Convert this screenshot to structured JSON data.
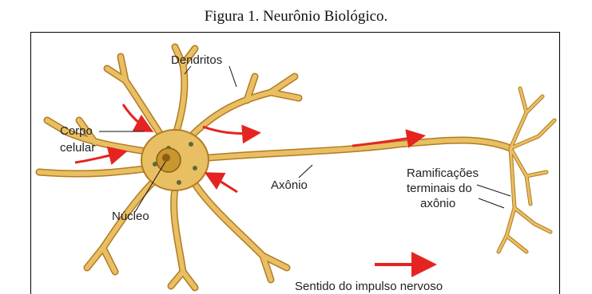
{
  "caption": "Figura 1. Neurônio Biológico.",
  "labels": {
    "dendritos": "Dendritos",
    "corpo": "Corpo",
    "celular": "celular",
    "nucleo": "Núcleo",
    "axonio": "Axônio",
    "ramificacoes_1": "Ramificações",
    "ramificacoes_2": "terminais do",
    "ramificacoes_3": "axônio",
    "legend": "Sentido do impulso nervoso"
  },
  "colors": {
    "neuron_fill": "#e8bf63",
    "neuron_stroke": "#b27b22",
    "arrow_red": "#e52421",
    "nucleus": "#c9962f"
  }
}
